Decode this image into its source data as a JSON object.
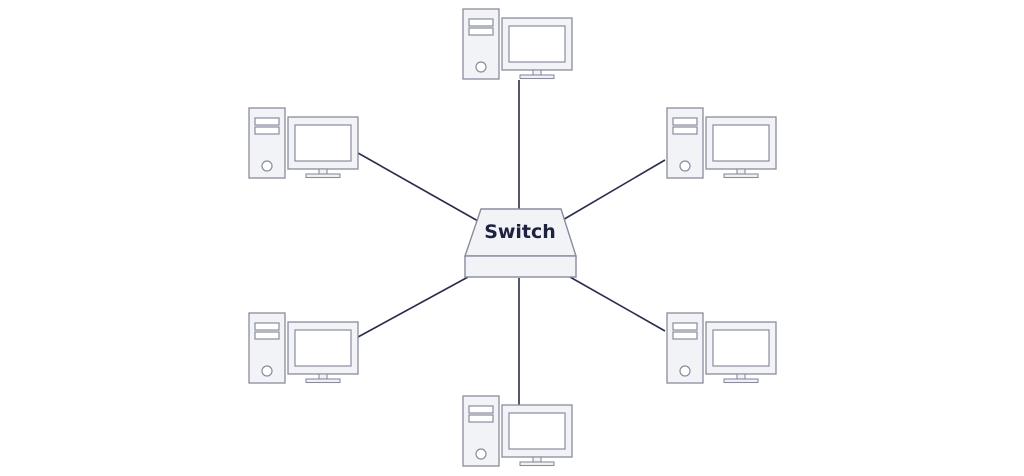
{
  "diagram": {
    "switch_label": "Switch",
    "colors": {
      "line": "#2a2c4c",
      "device_fill": "#f2f3f7",
      "device_stroke": "#8a8c9e",
      "screen_fill": "#ffffff",
      "background": "#ffffff"
    },
    "nodes": [
      {
        "name": "computer-top",
        "icon": "desktop-computer-icon"
      },
      {
        "name": "computer-upper-left",
        "icon": "desktop-computer-icon"
      },
      {
        "name": "computer-upper-right",
        "icon": "desktop-computer-icon"
      },
      {
        "name": "computer-lower-left",
        "icon": "desktop-computer-icon"
      },
      {
        "name": "computer-lower-right",
        "icon": "desktop-computer-icon"
      },
      {
        "name": "computer-bottom",
        "icon": "desktop-computer-icon"
      }
    ]
  }
}
